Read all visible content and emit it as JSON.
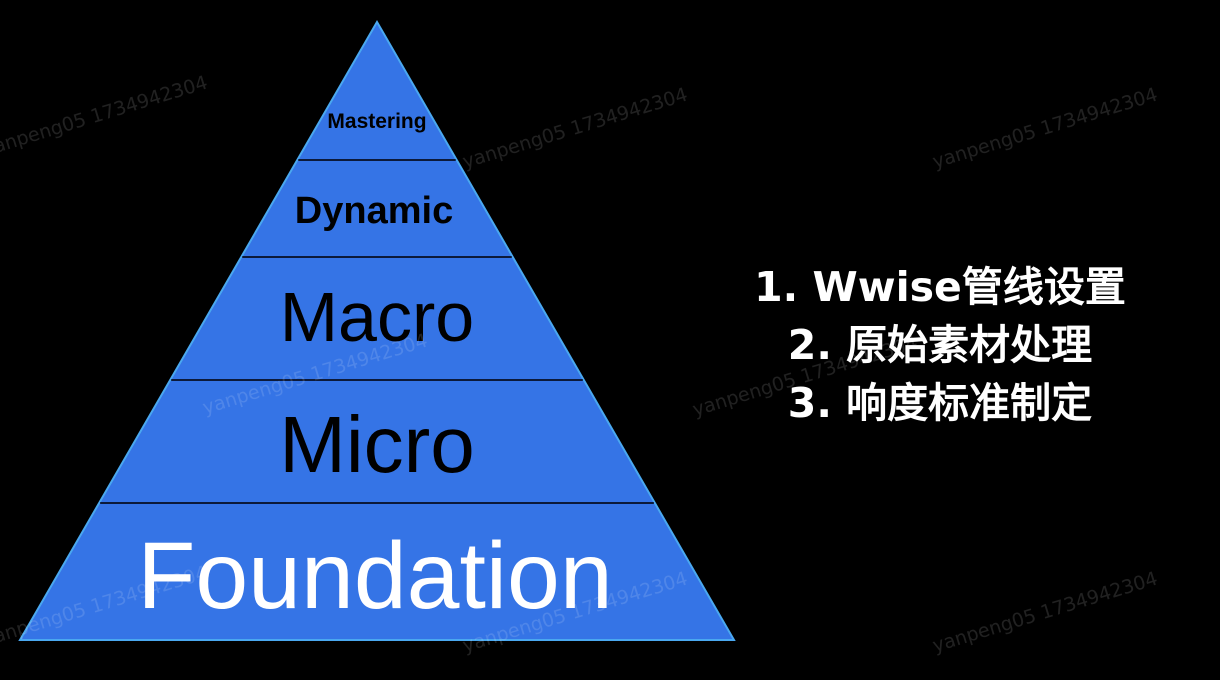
{
  "pyramid": {
    "levels": [
      {
        "label": "Mastering",
        "text_color": "#000000"
      },
      {
        "label": "Dynamic",
        "text_color": "#000000"
      },
      {
        "label": "Macro",
        "text_color": "#000000"
      },
      {
        "label": "Micro",
        "text_color": "#000000"
      },
      {
        "label": "Foundation",
        "text_color": "#ffffff"
      }
    ],
    "fill_color": "#3574e6",
    "outline_color": "#4aa8f0",
    "divider_color": "#0c1a3a"
  },
  "steps": [
    "1. Wwise管线设置",
    "2. 原始素材处理",
    "3. 响度标准制定"
  ],
  "watermark_text": "yanpeng05 1734942304",
  "background_color": "#000000"
}
